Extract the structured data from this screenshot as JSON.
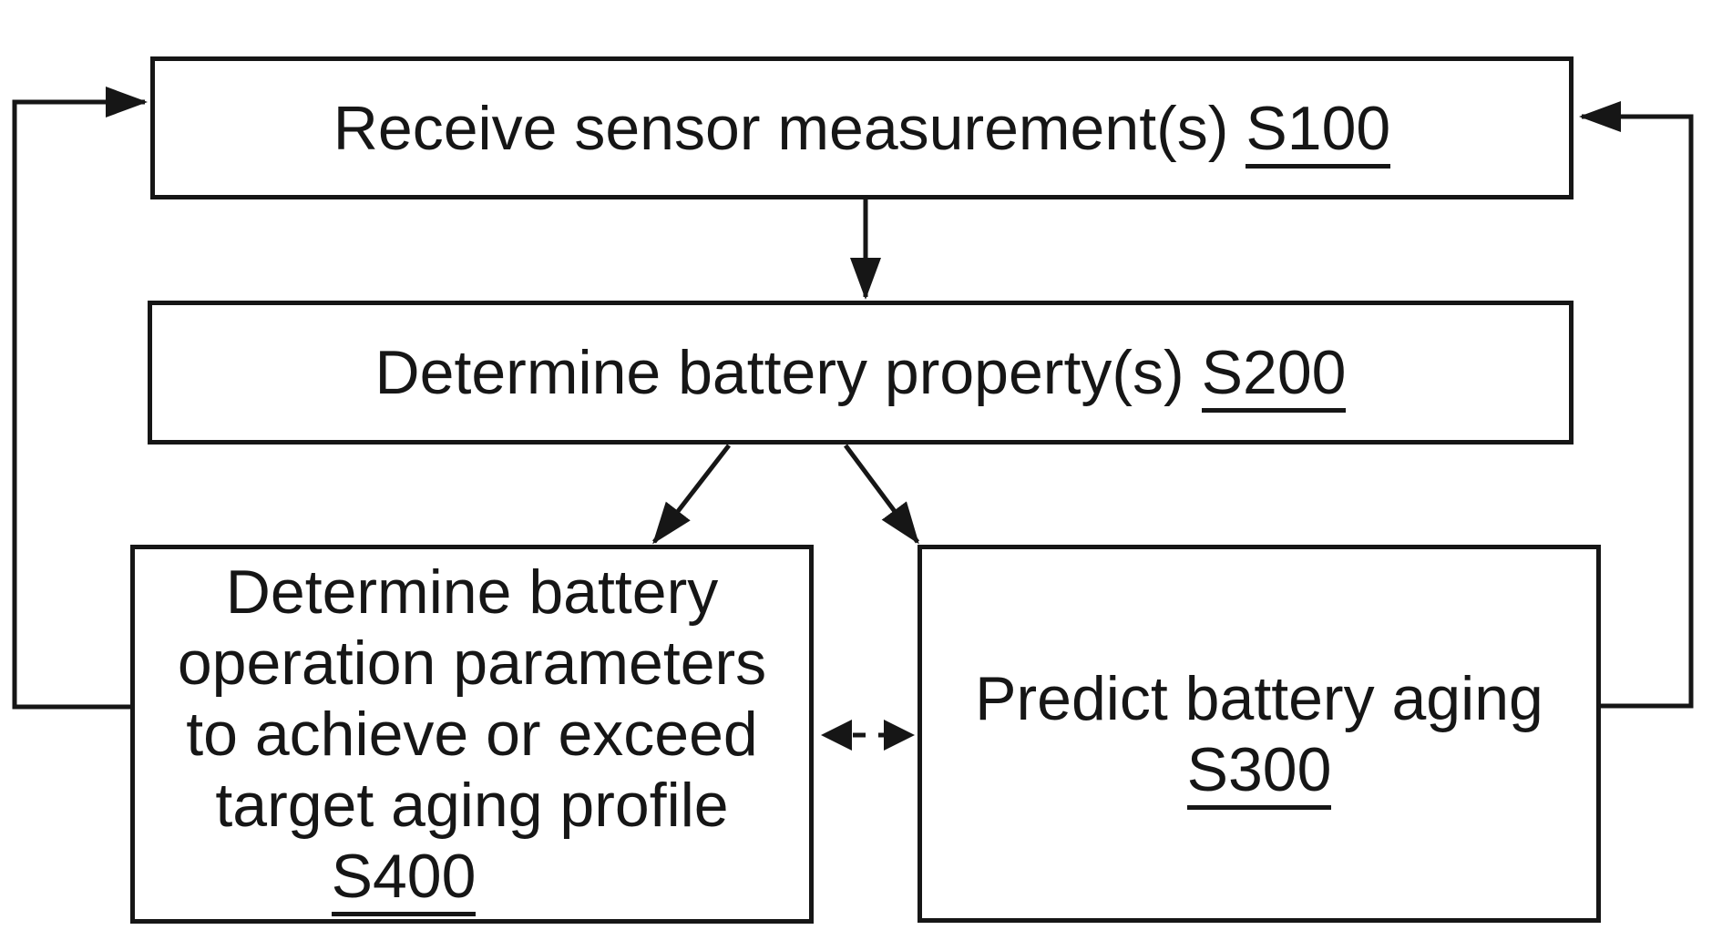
{
  "diagram": {
    "colors": {
      "ink": "#161616",
      "background": "#ffffff"
    },
    "boxes": {
      "s100": {
        "text": "Receive sensor measurement(s)",
        "step": "S100"
      },
      "s200": {
        "text": "Determine battery property(s)",
        "step": "S200"
      },
      "s400": {
        "lines": [
          "Determine battery",
          "operation parameters",
          "to achieve or exceed",
          "target aging profile"
        ],
        "step": "S400"
      },
      "s300": {
        "lines": [
          "Predict battery aging"
        ],
        "step": "S300"
      }
    }
  }
}
